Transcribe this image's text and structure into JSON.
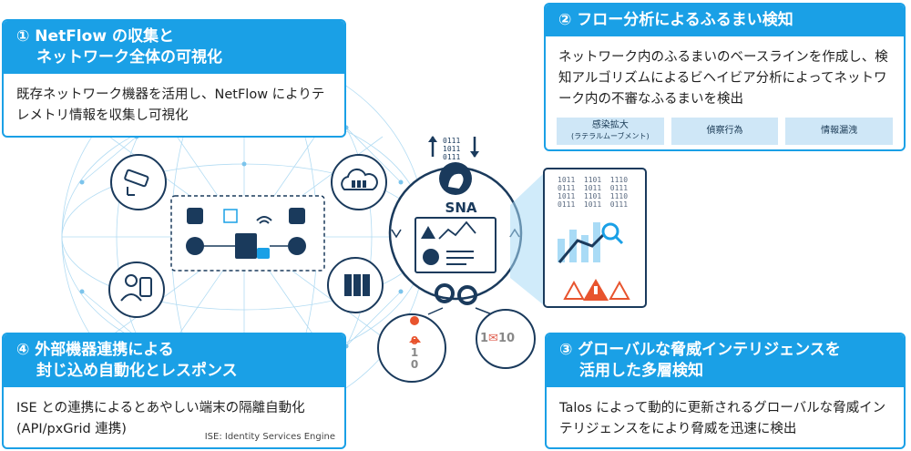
{
  "card1": {
    "title_line1": "① NetFlow の収集と",
    "title_line2": "ネットワーク全体の可視化",
    "body": "既存ネットワーク機器を活用し、NetFlow によりテレメトリ情報を収集し可視化"
  },
  "card2": {
    "title": "② フロー分析によるふるまい検知",
    "body": "ネットワーク内のふるまいのベースラインを作成し、検知アルゴリズムによるビヘイビア分析によってネットワーク内の不審なふるまいを検出",
    "tags": [
      {
        "label": "感染拡大",
        "sub": "(ラテラルムーブメント)"
      },
      {
        "label": "偵察行為",
        "sub": ""
      },
      {
        "label": "情報漏洩",
        "sub": ""
      }
    ]
  },
  "card3": {
    "title_line1": "③ グローバルな脅威インテリジェンスを",
    "title_line2": "活用した多層検知",
    "body": "Talos によって動的に更新されるグローバルな脅威インテリジェンスをにより脅威を迅速に検出"
  },
  "card4": {
    "title_line1": "④ 外部機器連携による",
    "title_line2": "封じ込め自動化とレスポンス",
    "body": "ISE との連携によるとあやしい端末の隔離自動化(API/pxGrid 連携)",
    "note": "ISE: Identity Services Engine"
  },
  "center": {
    "label": "SNA",
    "top_bits": "0111\n1011\n0111",
    "bin_rows": [
      "1011  1101  1110",
      "0111  1011  0111",
      "1011  1101  1110",
      "0111  1011  0111"
    ],
    "left_bits": [
      "0",
      "1",
      "0"
    ],
    "mail_left": "1",
    "mail_right": "10"
  },
  "colors": {
    "accent": "#1aa0e6",
    "navy": "#1a3a5c",
    "light": "#cfe7f7",
    "warn": "#e8542e"
  }
}
